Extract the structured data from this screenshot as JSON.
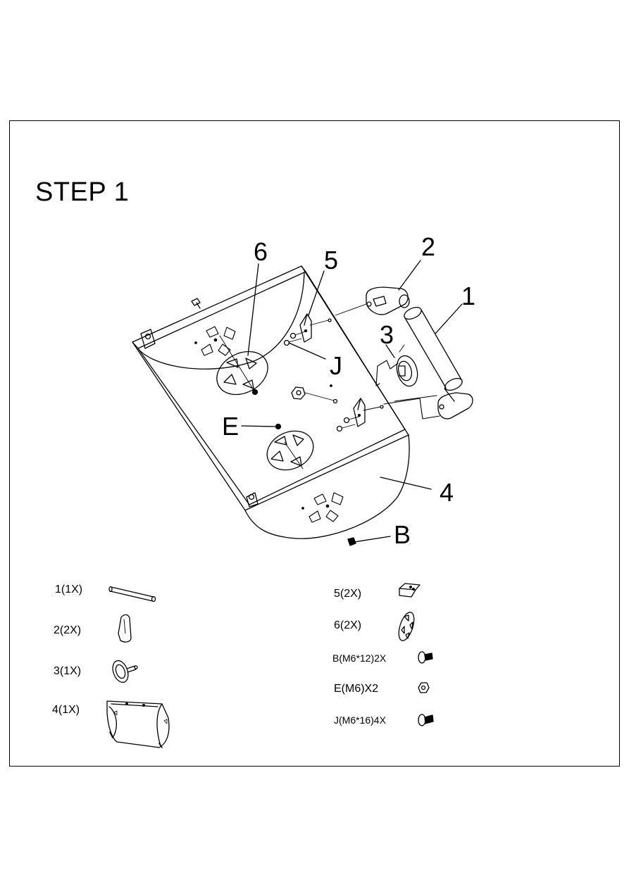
{
  "step": {
    "title": "STEP 1"
  },
  "callouts": {
    "c1": "1",
    "c2": "2",
    "c3": "3",
    "c4": "4",
    "c5": "5",
    "c6": "6",
    "cB": "B",
    "cE": "E",
    "cJ": "J"
  },
  "parts_list": {
    "left": [
      {
        "label": "1(1X)",
        "icon": "tube-icon"
      },
      {
        "label": "2(2X)",
        "icon": "end-cap-icon"
      },
      {
        "label": "3(1X)",
        "icon": "knob-icon"
      },
      {
        "label": "4(1X)",
        "icon": "seat-panel-icon"
      }
    ],
    "right": [
      {
        "label": "5(2X)",
        "icon": "bracket-icon"
      },
      {
        "label": "6(2X)",
        "icon": "disc-icon"
      },
      {
        "label": "B(M6*12)2X",
        "icon": "bolt-icon"
      },
      {
        "label": "E(M6)X2",
        "icon": "nut-icon"
      },
      {
        "label": "J(M6*16)4X",
        "icon": "bolt-icon"
      }
    ]
  }
}
